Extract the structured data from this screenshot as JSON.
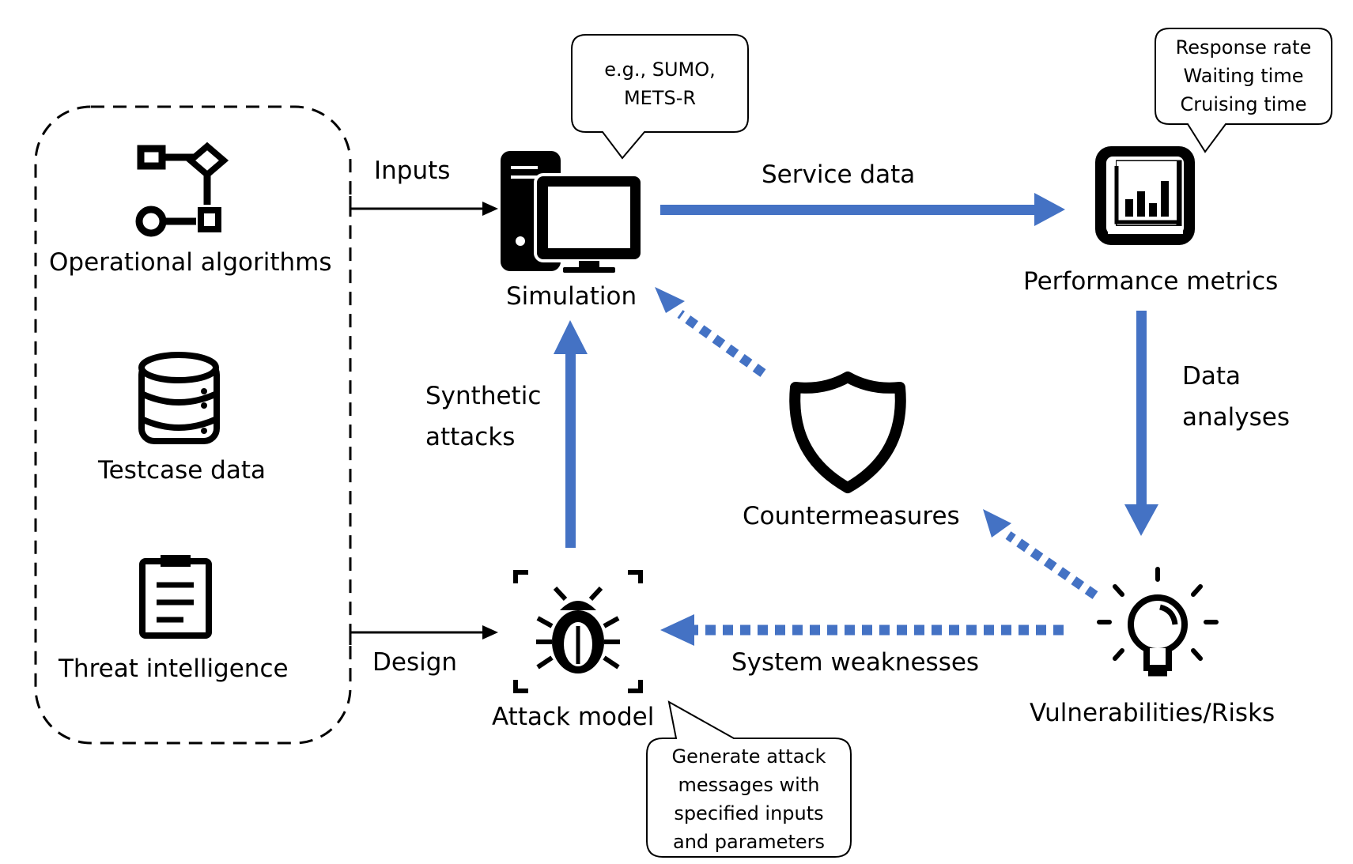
{
  "inputs_group": {
    "items": [
      {
        "label": "Operational algorithms",
        "icon": "flowchart-icon"
      },
      {
        "label": "Testcase data",
        "icon": "database-icon"
      },
      {
        "label": "Threat intelligence",
        "icon": "clipboard-icon"
      }
    ]
  },
  "nodes": {
    "simulation": {
      "label": "Simulation",
      "icon": "computer-icon"
    },
    "performance_metrics": {
      "label": "Performance metrics",
      "icon": "bar-chart-icon"
    },
    "countermeasures": {
      "label": "Countermeasures",
      "icon": "shield-icon"
    },
    "attack_model": {
      "label": "Attack model",
      "icon": "bug-icon"
    },
    "vulnerabilities": {
      "label": "Vulnerabilities/Risks",
      "icon": "lightbulb-icon"
    }
  },
  "edges": {
    "inputs": "Inputs",
    "design": "Design",
    "service_data": "Service data",
    "data_analyses": [
      "Data",
      "analyses"
    ],
    "synthetic_attacks": [
      "Synthetic",
      "attacks"
    ],
    "system_weaknesses": "System weaknesses"
  },
  "callouts": {
    "simulation_tools": [
      "e.g., SUMO,",
      "METS-R"
    ],
    "metrics_list": [
      "Response rate",
      "Waiting time",
      "Cruising time"
    ],
    "attack_note": [
      "Generate attack",
      "messages with",
      "specified inputs",
      "and parameters"
    ]
  },
  "colors": {
    "arrow_blue": "#4472C4",
    "line_black": "#000000"
  }
}
